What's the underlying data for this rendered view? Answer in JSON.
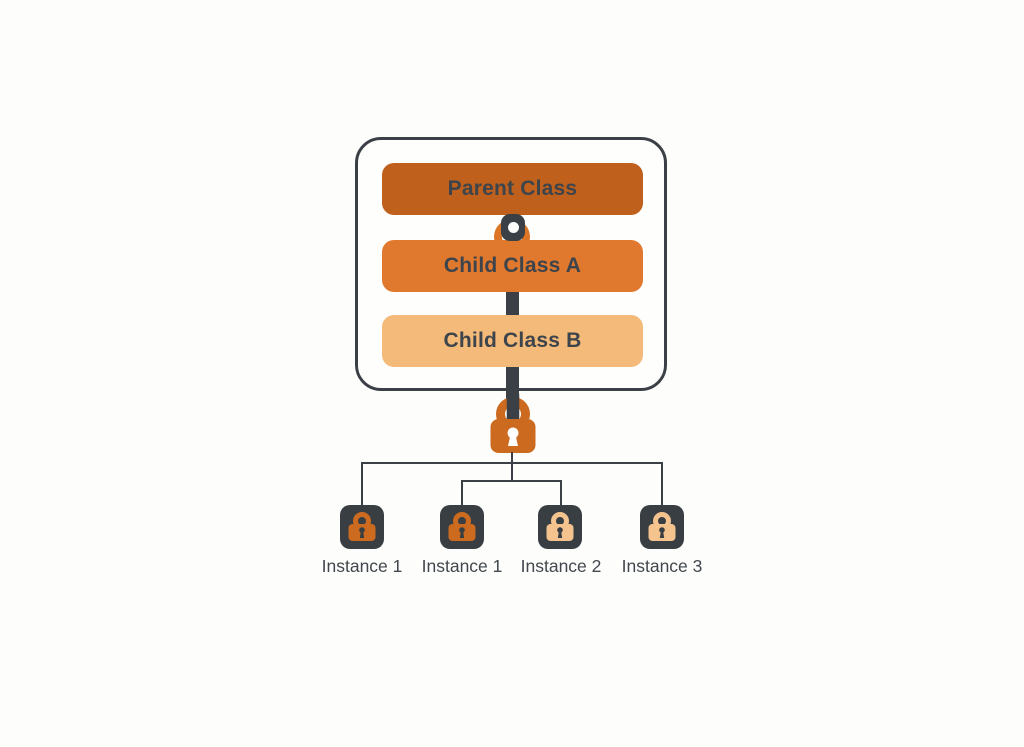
{
  "diagram_title": "class-inheritance-lock-diagram",
  "background": "#fdfdfc",
  "colors": {
    "outline": "#3a4045",
    "connector": "#3a4045",
    "node_square": "#383e42",
    "bar_text": "#3d444b",
    "label_text": "#41474c",
    "clasp_ring_orange": "#dd7526",
    "main_lock_orange": "#cc6a1f",
    "keyhole_light": "#ffffff",
    "keyhole_dark": "#383e42"
  },
  "class_box": {
    "bars": [
      {
        "label": "Parent Class",
        "color": "#c0601d"
      },
      {
        "label": "Child Class A",
        "color": "#e0792e"
      },
      {
        "label": "Child Class B",
        "color": "#f4ba7a"
      }
    ]
  },
  "main_lock": {
    "icon": "padlock-icon",
    "color": "#cc6a1f"
  },
  "clasp": {
    "icon": "link-clasp-icon",
    "ring_color": "#dd7526"
  },
  "instances": [
    {
      "label": "Instance 1",
      "lock_icon": "padlock-icon",
      "lock_color": "#cc6a1f"
    },
    {
      "label": "Instance 1",
      "lock_icon": "padlock-icon",
      "lock_color": "#cc6a1f"
    },
    {
      "label": "Instance 2",
      "lock_icon": "padlock-icon",
      "lock_color": "#f5c38e"
    },
    {
      "label": "Instance 3",
      "lock_icon": "padlock-icon",
      "lock_color": "#f5c38e"
    }
  ]
}
